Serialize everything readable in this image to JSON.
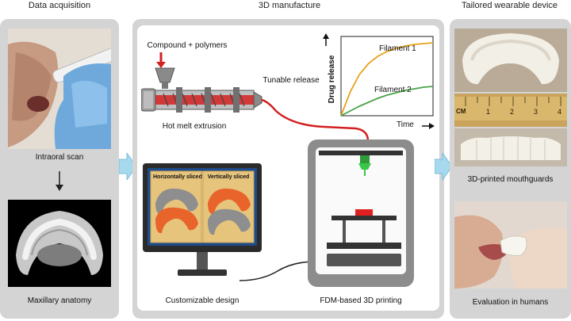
{
  "sections": {
    "left_title": "Data acquisition",
    "middle_title": "3D manufacture",
    "right_title": "Tailored wearable device"
  },
  "left": {
    "scan_caption": "Intraoral scan",
    "anatomy_caption": "Maxillary anatomy"
  },
  "middle": {
    "compound_label": "Compound + polymers",
    "extrusion_caption": "Hot melt extrusion",
    "tunable_label": "Tunable release",
    "design_caption": "Customizable design",
    "printing_caption": "FDM-based 3D printing",
    "slice_h": "Horizontally sliced",
    "slice_v": "Vertically sliced"
  },
  "right": {
    "mouthguard_caption": "3D-printed mouthguards",
    "evaluation_caption": "Evaluation in humans",
    "ruler_unit": "CM",
    "ruler_ticks": [
      "1",
      "2",
      "3",
      "4"
    ]
  },
  "chart_data": {
    "type": "line",
    "title": "",
    "xlabel": "Time",
    "ylabel": "Drug release",
    "series": [
      {
        "name": "Filament 1",
        "x": [
          0,
          0.1,
          0.2,
          0.3,
          0.4,
          0.5,
          0.6,
          0.7,
          0.8,
          0.9,
          1.0
        ],
        "values": [
          0,
          0.3,
          0.52,
          0.66,
          0.75,
          0.81,
          0.85,
          0.88,
          0.9,
          0.91,
          0.92
        ]
      },
      {
        "name": "Filament 2",
        "x": [
          0,
          0.1,
          0.2,
          0.3,
          0.4,
          0.5,
          0.6,
          0.7,
          0.8,
          0.9,
          1.0
        ],
        "values": [
          0,
          0.06,
          0.12,
          0.17,
          0.22,
          0.26,
          0.29,
          0.32,
          0.34,
          0.36,
          0.37
        ]
      }
    ],
    "colors": {
      "Filament 1": "#e8a21a",
      "Filament 2": "#4aa34a"
    },
    "xlim": [
      0,
      1
    ],
    "ylim": [
      0,
      1
    ],
    "grid": false,
    "legend": "inline-labels"
  },
  "colors": {
    "panel": "#d4d4d4",
    "arrow": "#a6d8ee",
    "filament": "#d32020",
    "nozzle": "#39c64a"
  }
}
